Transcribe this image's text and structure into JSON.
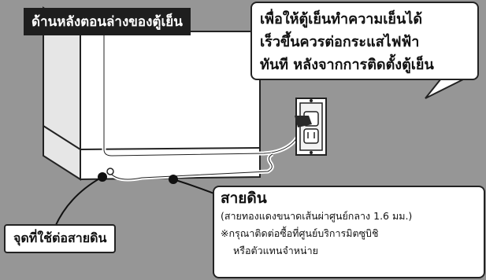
{
  "labels": {
    "fridge_back": "ด้านหลังตอนล่างของตู้เย็น",
    "advice": [
      "เพื่อให้ตู้เย็นทำความเย็นได้",
      "เร็วขึ้นควรต่อกระแสไฟฟ้า",
      "ทันที หลังจากการติดตั้งตู้เย็น"
    ],
    "ground_point": "จุดที่ใช้ต่อสายดิน",
    "ground_wire": {
      "title": "สายดิน",
      "spec": "(สายทองแดงขนาดเส้นผ่าศูนย์กลาง 1.6 มม.)",
      "note_1": "※กรุณาติดต่อซื้อที่ศูนย์บริการมิตซูบิชิ",
      "note_2": "หรือตัวแทนจำหน่าย"
    }
  },
  "colors": {
    "background": "#969696",
    "fridge_body": "#ffffff",
    "outline": "#222222",
    "cable": "#ffffff"
  }
}
